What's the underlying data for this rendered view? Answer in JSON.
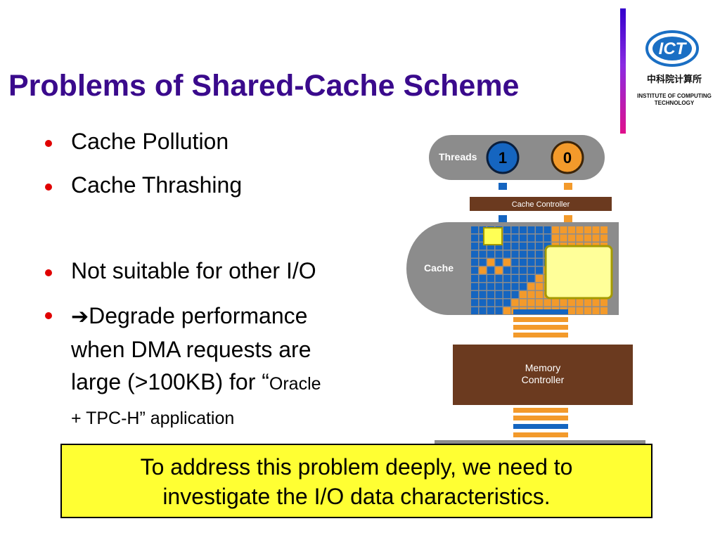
{
  "slide": {
    "title": "Problems of Shared-Cache Scheme",
    "bullets": [
      {
        "text": "Cache Pollution"
      },
      {
        "text": "Cache Thrashing"
      },
      {
        "text": "Not suitable for other I/O"
      },
      {
        "arrow": "➔",
        "line1": "Degrade performance",
        "line2": "when DMA requests are",
        "line3_main": "large (>100KB) for “",
        "line3_small": "Oracle",
        "line4": "+ TPC-H” application"
      }
    ],
    "callout": {
      "line1": "To address this problem deeply, we need to",
      "line2": "investigate the I/O data characteristics."
    }
  },
  "logo": {
    "letters": "ICT",
    "chinese": "中科院计算所",
    "line1": "INSTITUTE OF COMPUTING",
    "line2": "TECHNOLOGY"
  },
  "diagram": {
    "threads_label": "Threads",
    "thread_ids": [
      "1",
      "0"
    ],
    "cache_controller_label": "Cache Controller",
    "cache_label": "Cache",
    "memory_controller_line1": "Memory",
    "memory_controller_line2": "Controller"
  },
  "colors": {
    "title": "#3a0a8c",
    "bullet": "#e00000",
    "callout_bg": "#ffff33",
    "thread1": "#1565c0",
    "thread0": "#f39a2b",
    "controller": "#6b3a1f",
    "panel": "#808080",
    "highlight": "#ffff88"
  }
}
